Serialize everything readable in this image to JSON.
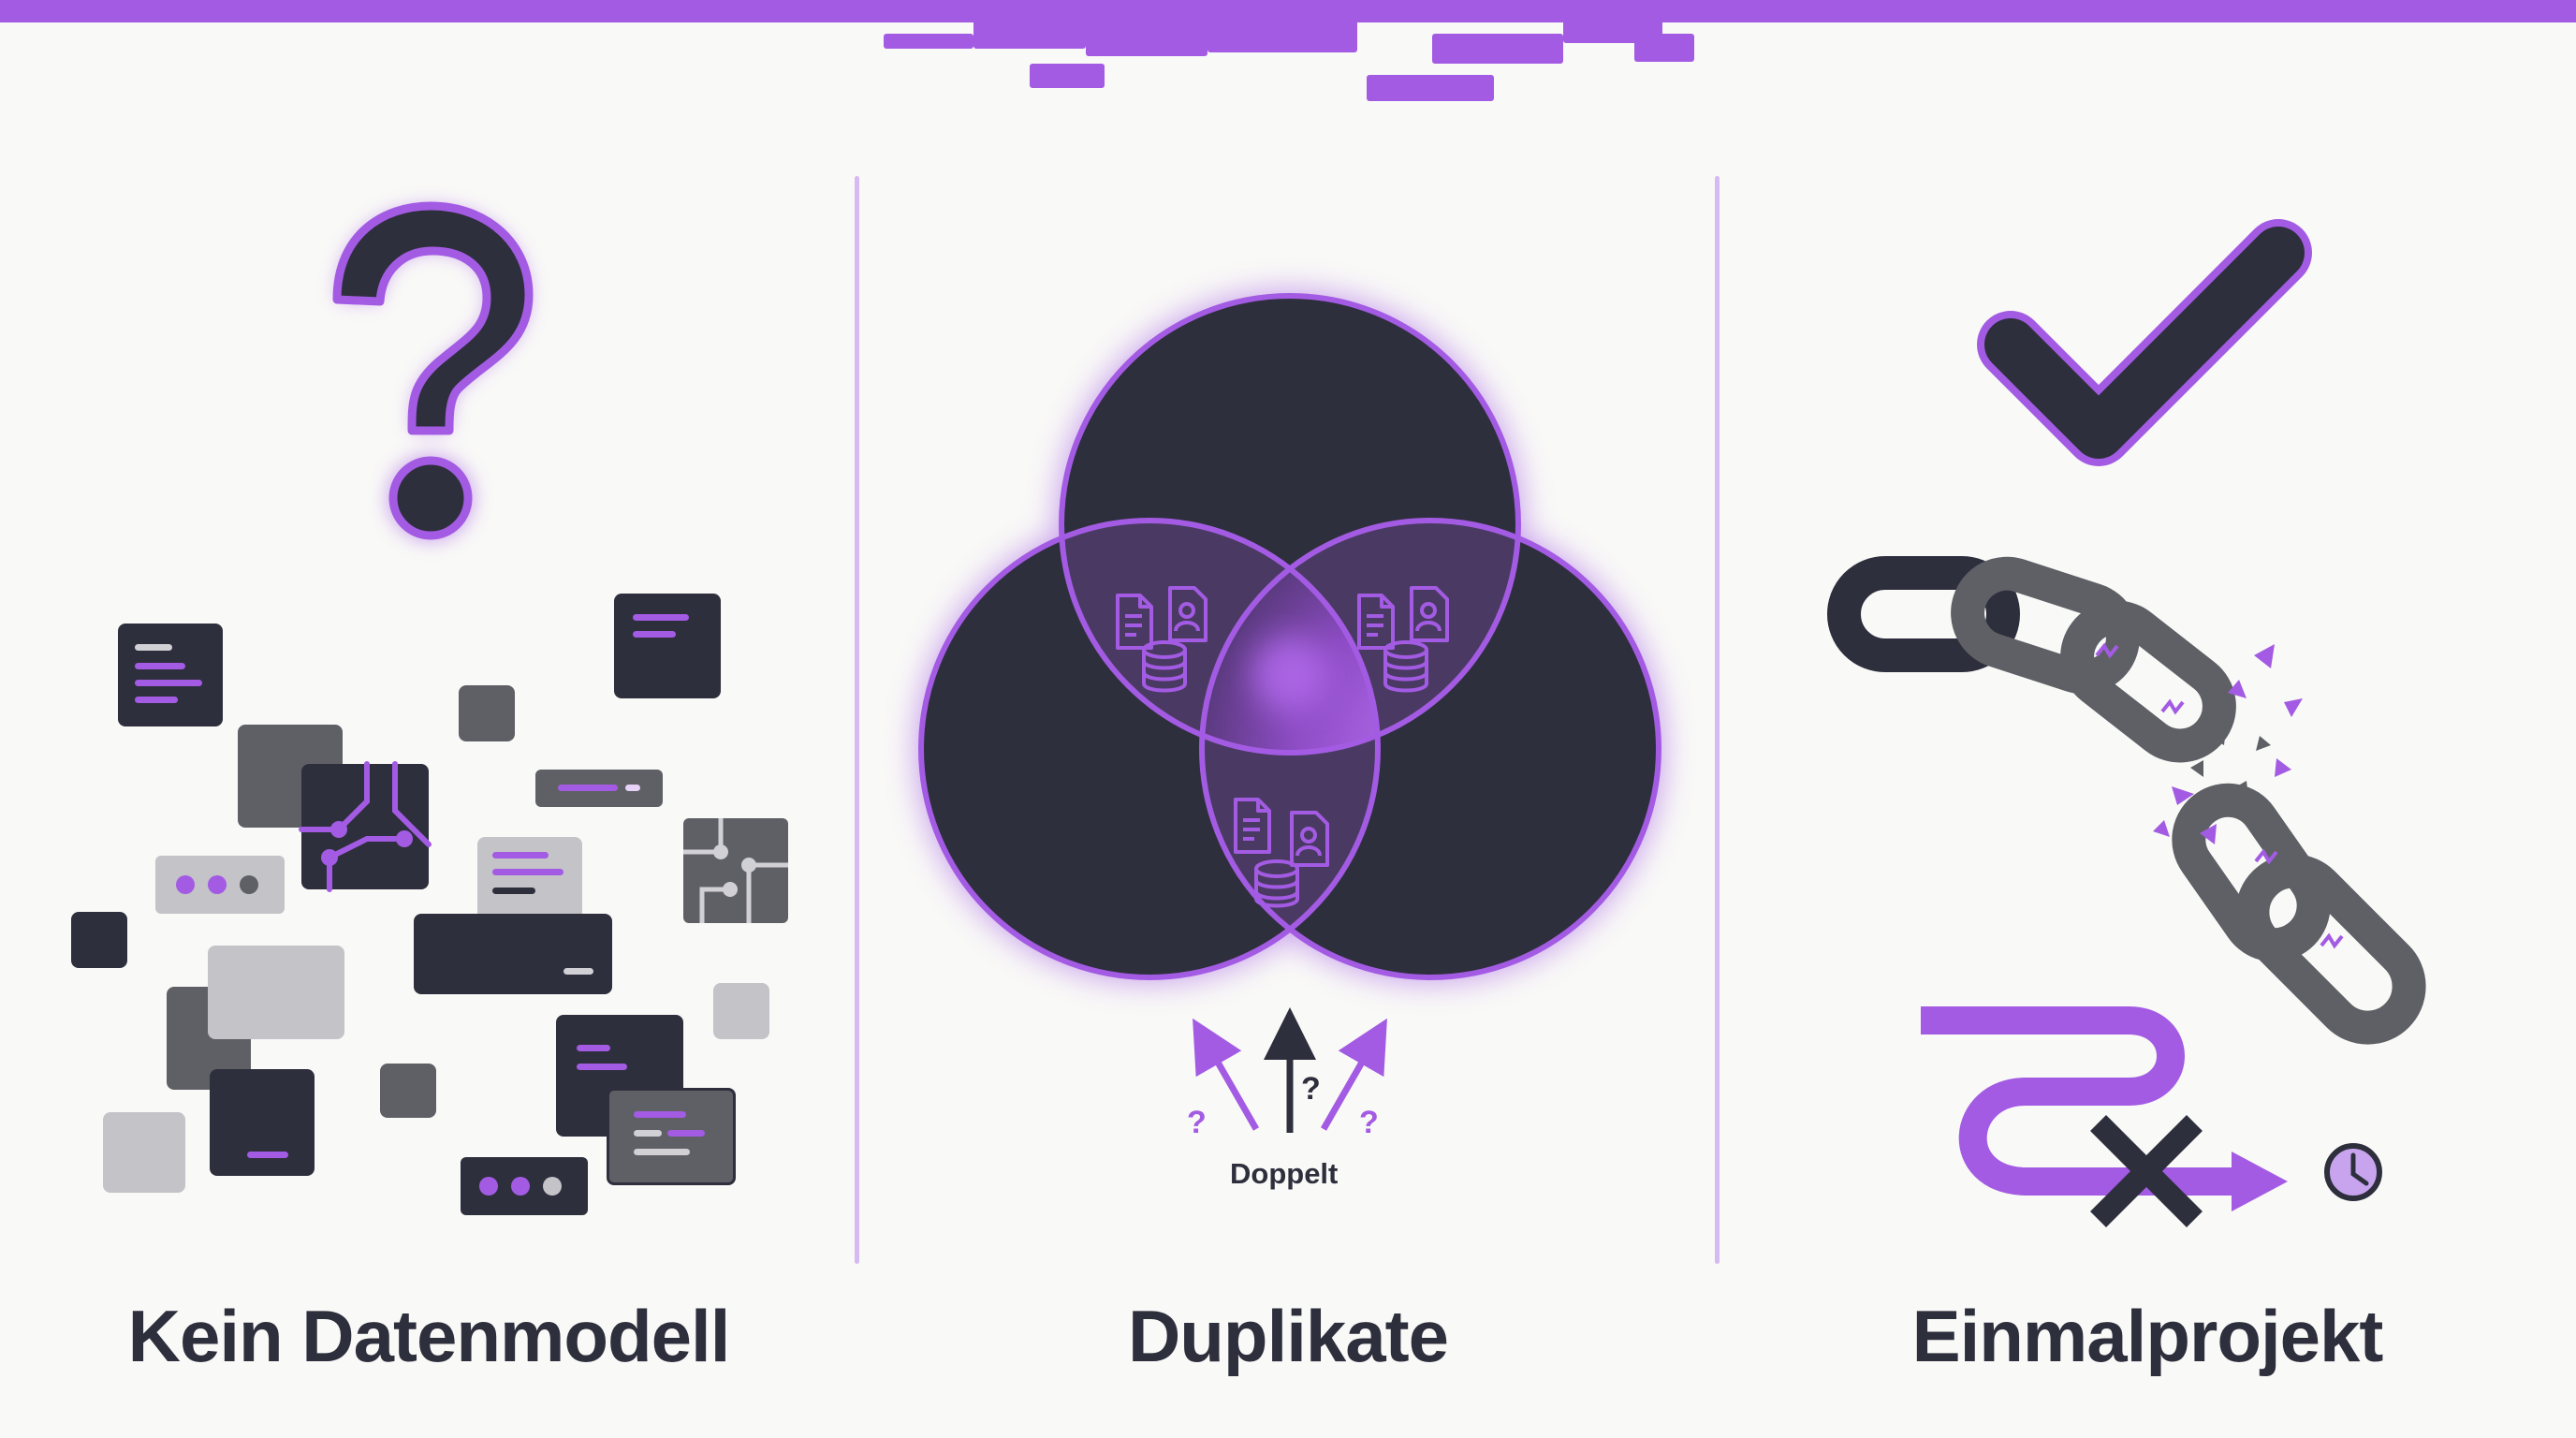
{
  "panels": [
    {
      "caption": "Kein Datenmodell"
    },
    {
      "caption": "Duplikate",
      "annotation": "Doppelt"
    },
    {
      "caption": "Einmalprojekt"
    }
  ],
  "colors": {
    "accent": "#a35be3",
    "accent_light": "#d7b9f3",
    "dark": "#2e2f3d",
    "grey": "#5f6066",
    "light_grey": "#c3c3c8",
    "background": "#f9f9f7"
  },
  "icons": {
    "panel1": [
      "question-mark-icon",
      "scattered-ui-blocks"
    ],
    "panel2": [
      "venn-diagram",
      "document-icon",
      "person-document-icon",
      "database-icon",
      "arrow-up-icon"
    ],
    "panel3": [
      "checkmark-icon",
      "broken-chain-icon",
      "winding-arrow-icon",
      "x-mark-icon",
      "clock-icon"
    ]
  }
}
